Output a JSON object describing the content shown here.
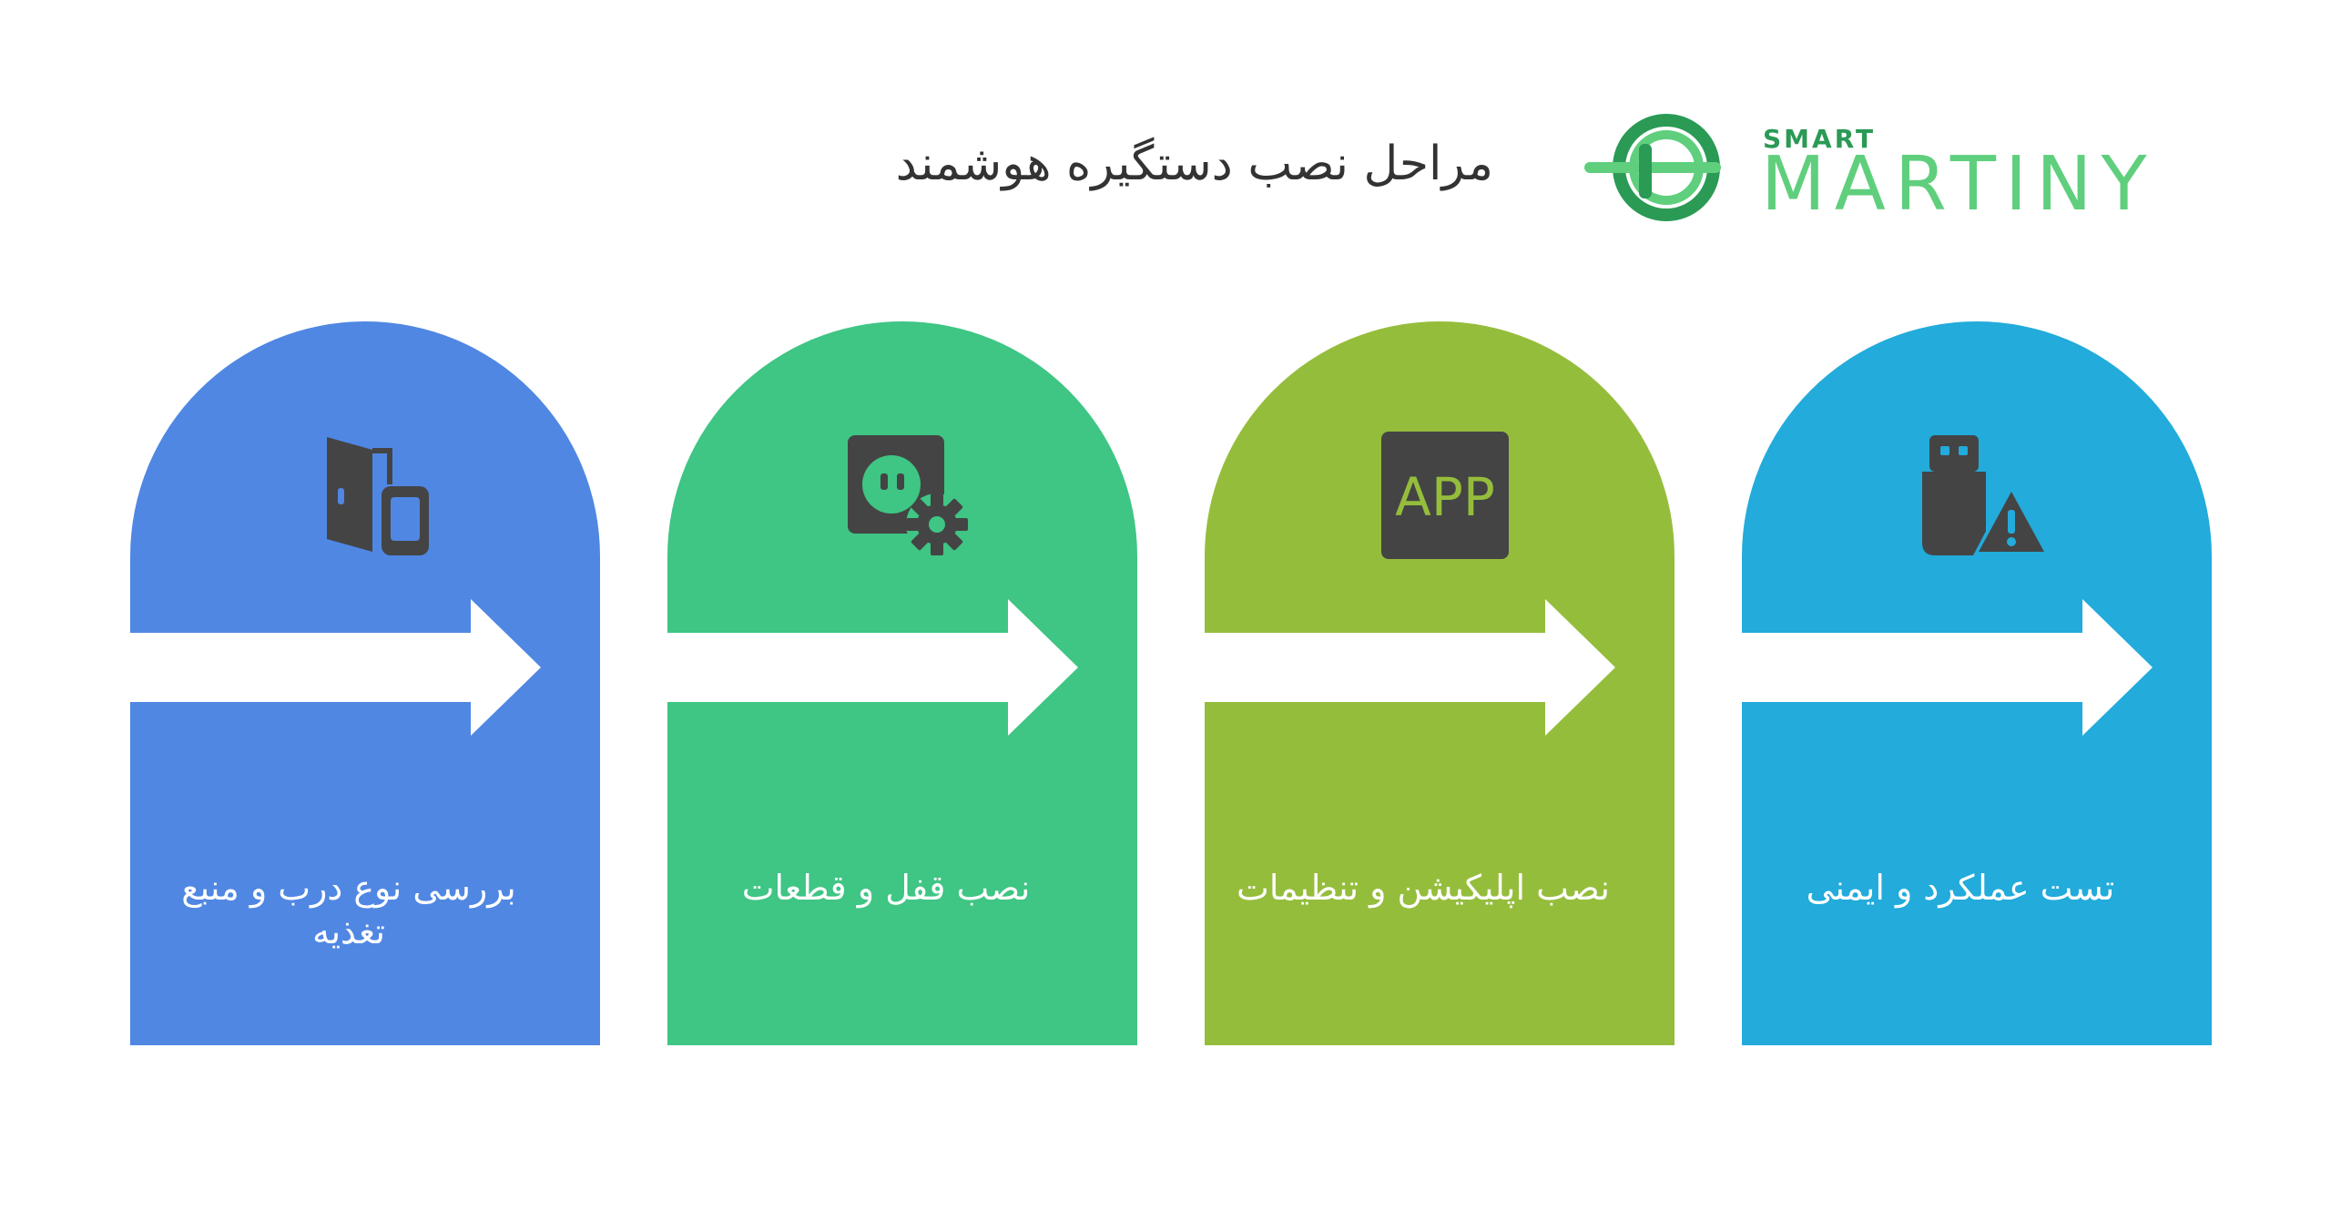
{
  "header": {
    "title": "مراحل نصب دستگیره هوشمند"
  },
  "logo": {
    "small_text": "SMART",
    "big_text": "MARTINY",
    "colors": {
      "dark": "#2a9a55",
      "light": "#5fcf7d"
    }
  },
  "steps": [
    {
      "label": "بررسی نوع درب و منبع تغذیه",
      "icon": "door-phone-icon",
      "color": "#5087e3"
    },
    {
      "label": "نصب قفل و قطعات",
      "icon": "plug-settings-icon",
      "color": "#3fc584"
    },
    {
      "label": "نصب اپلیکیشن و تنظیمات",
      "icon": "app-icon",
      "icon_text": "APP",
      "color": "#95bd3c"
    },
    {
      "label": "تست عملکرد و ایمنی",
      "icon": "usb-warning-icon",
      "color": "#22abdb"
    }
  ]
}
